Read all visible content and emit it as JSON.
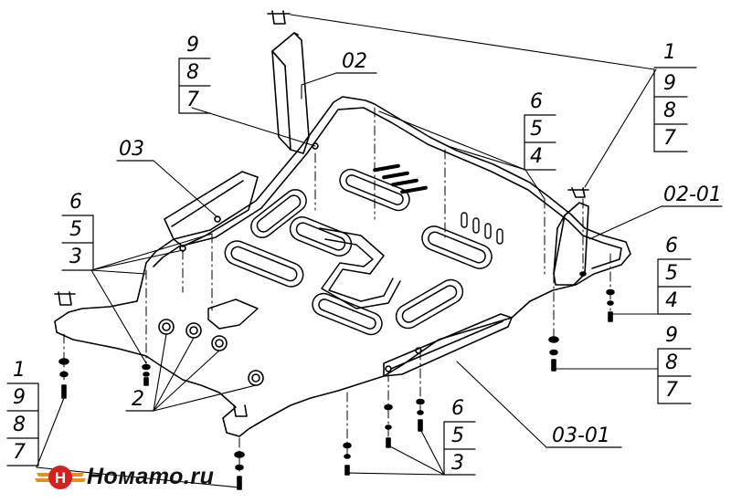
{
  "callouts": {
    "top_right": [
      "1",
      "9",
      "8",
      "7"
    ],
    "top_left": [
      "9",
      "8",
      "7"
    ],
    "mid_right": [
      "6",
      "5",
      "4"
    ],
    "left_mid": [
      "6",
      "5",
      "3"
    ],
    "right_lower_a": [
      "6",
      "5",
      "4"
    ],
    "right_lower_b": [
      "9",
      "8",
      "7"
    ],
    "bottom_left": [
      "1",
      "9",
      "8",
      "7"
    ],
    "bottom_mid": [
      "6",
      "5",
      "3"
    ]
  },
  "part_labels": {
    "bracket_left": "02",
    "side_plate_left": "03",
    "bracket_right": "02-01",
    "side_plate_right": "03-01",
    "grommets": "2"
  },
  "logo": {
    "text": "Номато.ru",
    "colors": {
      "red": "#d32020",
      "orange": "#f08a1c",
      "dark": "#111111"
    }
  }
}
